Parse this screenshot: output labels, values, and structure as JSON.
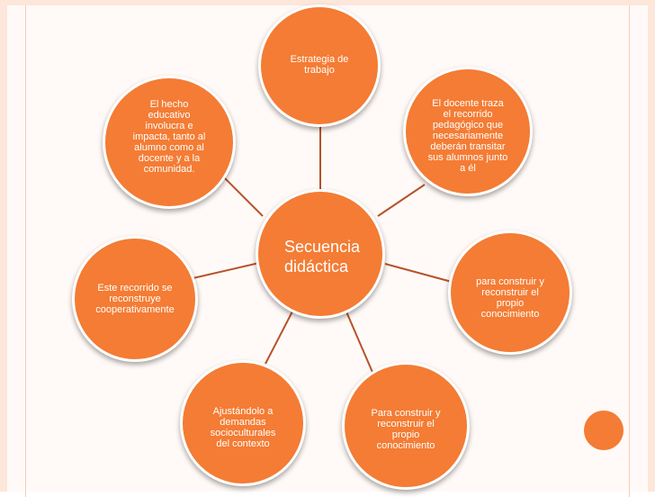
{
  "diagram": {
    "center": {
      "label": "Secuencia\ndidáctica"
    },
    "nodes": [
      {
        "id": "top",
        "label": "Estrategia de\ntrabajo"
      },
      {
        "id": "top-right",
        "label": "El docente traza\nel recorrido\npedagógico que\nnecesariamente\ndeberán transitar\nsus alumnos junto\na él"
      },
      {
        "id": "right",
        "label": "para construir y\nreconstruir el\npropio\nconocimiento"
      },
      {
        "id": "bottom-right",
        "label": "Para construir y\nreconstruir el\npropio\nconocimiento"
      },
      {
        "id": "bottom-left",
        "label": "Ajustándolo a\ndemandas\nsocioculturales\ndel contexto"
      },
      {
        "id": "left",
        "label": "Este recorrido se\nreconstruye\ncooperativamente"
      },
      {
        "id": "top-left",
        "label": "El hecho\neducativo\ninvolucra e\nimpacta, tanto al\nalumno como al\ndocente y a la\ncomunidad."
      }
    ],
    "colors": {
      "node": "#f47c34",
      "connector": "#b5532a",
      "border": "#ffffff"
    }
  }
}
